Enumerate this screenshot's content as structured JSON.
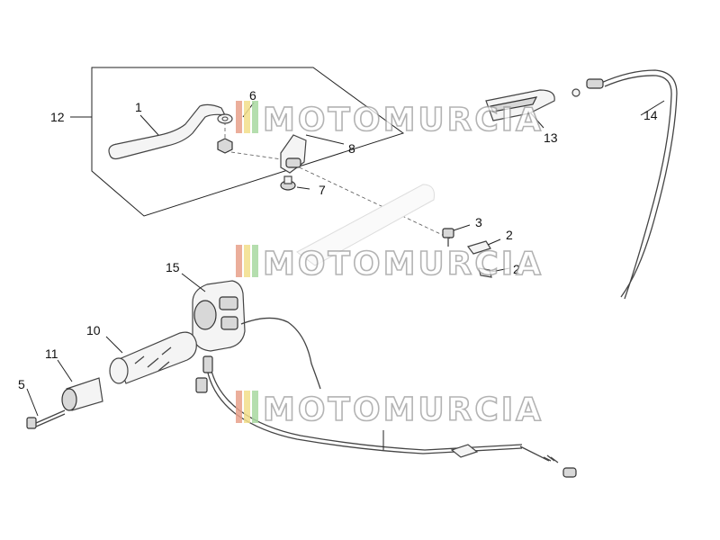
{
  "diagram": {
    "callouts": [
      {
        "id": "c1",
        "label": "1"
      },
      {
        "id": "c2a",
        "label": "2"
      },
      {
        "id": "c2b",
        "label": "2"
      },
      {
        "id": "c3",
        "label": "3"
      },
      {
        "id": "c5",
        "label": "5"
      },
      {
        "id": "c6",
        "label": "6"
      },
      {
        "id": "c7",
        "label": "7"
      },
      {
        "id": "c8",
        "label": "8"
      },
      {
        "id": "c10",
        "label": "10"
      },
      {
        "id": "c11",
        "label": "11"
      },
      {
        "id": "c12",
        "label": "12"
      },
      {
        "id": "c13",
        "label": "13"
      },
      {
        "id": "c14",
        "label": "14"
      },
      {
        "id": "c15",
        "label": "15"
      }
    ],
    "watermark": {
      "text": "MOTOMURCIA",
      "stripe_colors": [
        "#e8a08a",
        "#f2de8a",
        "#a8d8a0"
      ]
    }
  }
}
